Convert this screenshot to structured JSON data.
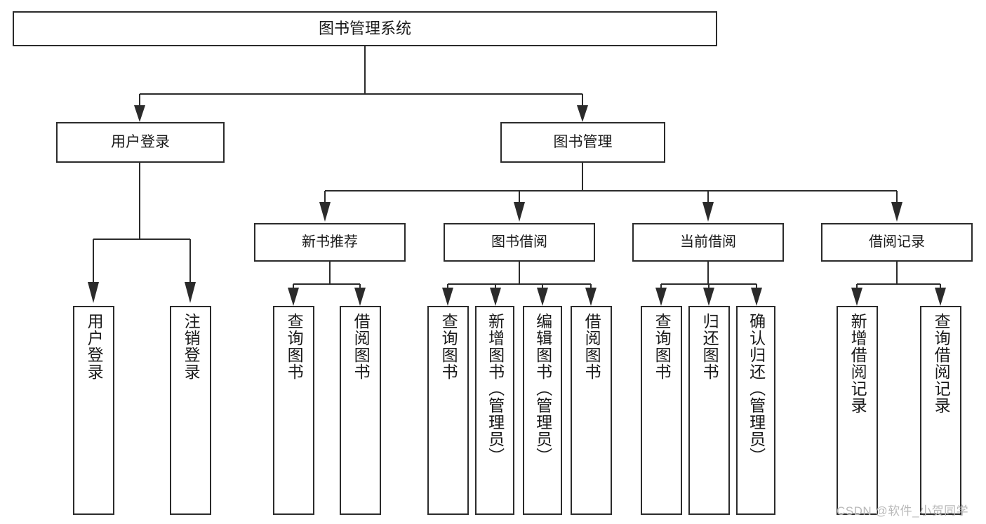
{
  "diagram": {
    "title": "图书管理系统",
    "type": "功能结构图",
    "colors": {
      "stroke": "#2b2b2b",
      "fill": "#ffffff",
      "text": "#1a1a1a",
      "watermark": "#b9b9b9"
    },
    "root": {
      "label": "图书管理系统"
    },
    "level2": [
      {
        "label": "用户登录"
      },
      {
        "label": "图书管理"
      }
    ],
    "level3": [
      {
        "label": "新书推荐"
      },
      {
        "label": "图书借阅"
      },
      {
        "label": "当前借阅"
      },
      {
        "label": "借阅记录"
      }
    ],
    "leaves": {
      "user_login": [
        {
          "label": "用户登录"
        },
        {
          "label": "注销登录"
        }
      ],
      "new_book_recommend": [
        {
          "label": "查询图书"
        },
        {
          "label": "借阅图书"
        }
      ],
      "book_borrow": [
        {
          "label": "查询图书"
        },
        {
          "label": "新增图书（管理员）"
        },
        {
          "label": "编辑图书（管理员）"
        },
        {
          "label": "借阅图书"
        }
      ],
      "current_borrow": [
        {
          "label": "查询图书"
        },
        {
          "label": "归还图书"
        },
        {
          "label": "确认归还（管理员）"
        }
      ],
      "borrow_record": [
        {
          "label": "新增借阅记录"
        },
        {
          "label": "查询借阅记录"
        }
      ]
    }
  },
  "watermark": {
    "text": "CSDN @软件_小贺同学"
  }
}
